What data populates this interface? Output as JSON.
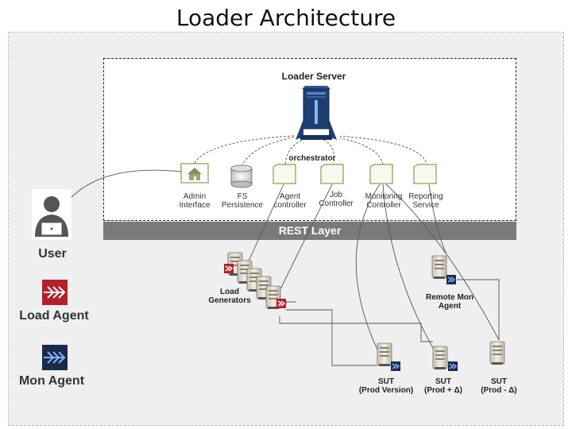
{
  "title": "Loader Architecture",
  "server": {
    "title": "Loader Server",
    "orchestrator_label": "orchestrator",
    "components": [
      {
        "name": "admin",
        "line1": "Admin",
        "line2": "Interface"
      },
      {
        "name": "fs",
        "line1": "FS",
        "line2": "Persistence"
      },
      {
        "name": "agent",
        "line1": "Agent",
        "line2": "controller"
      },
      {
        "name": "job",
        "line1": "Job",
        "line2": "Controller"
      },
      {
        "name": "monitoring",
        "line1": "Monitoring",
        "line2": "Controller"
      },
      {
        "name": "reporting",
        "line1": "Reporting",
        "line2": "Service"
      }
    ]
  },
  "rest_layer": "REST Layer",
  "load_generators": {
    "line1": "Load",
    "line2": "Generators"
  },
  "remote_mon_agent": {
    "line1": "Remote Mon",
    "line2": "Agent"
  },
  "suts": [
    {
      "line1": "SUT",
      "line2": "(Prod Version)"
    },
    {
      "line1": "SUT",
      "line2": "(Prod + Δ)"
    },
    {
      "line1": "SUT",
      "line2": "(Prod - Δ)"
    }
  ],
  "legend": {
    "user": "User",
    "load_agent": "Load Agent",
    "mon_agent": "Mon Agent"
  },
  "colors": {
    "load_agent": "#b3202a",
    "mon_agent": "#1b2a4a",
    "rest_layer": "#7a7a7a",
    "server_blue": "#1f3f73"
  }
}
